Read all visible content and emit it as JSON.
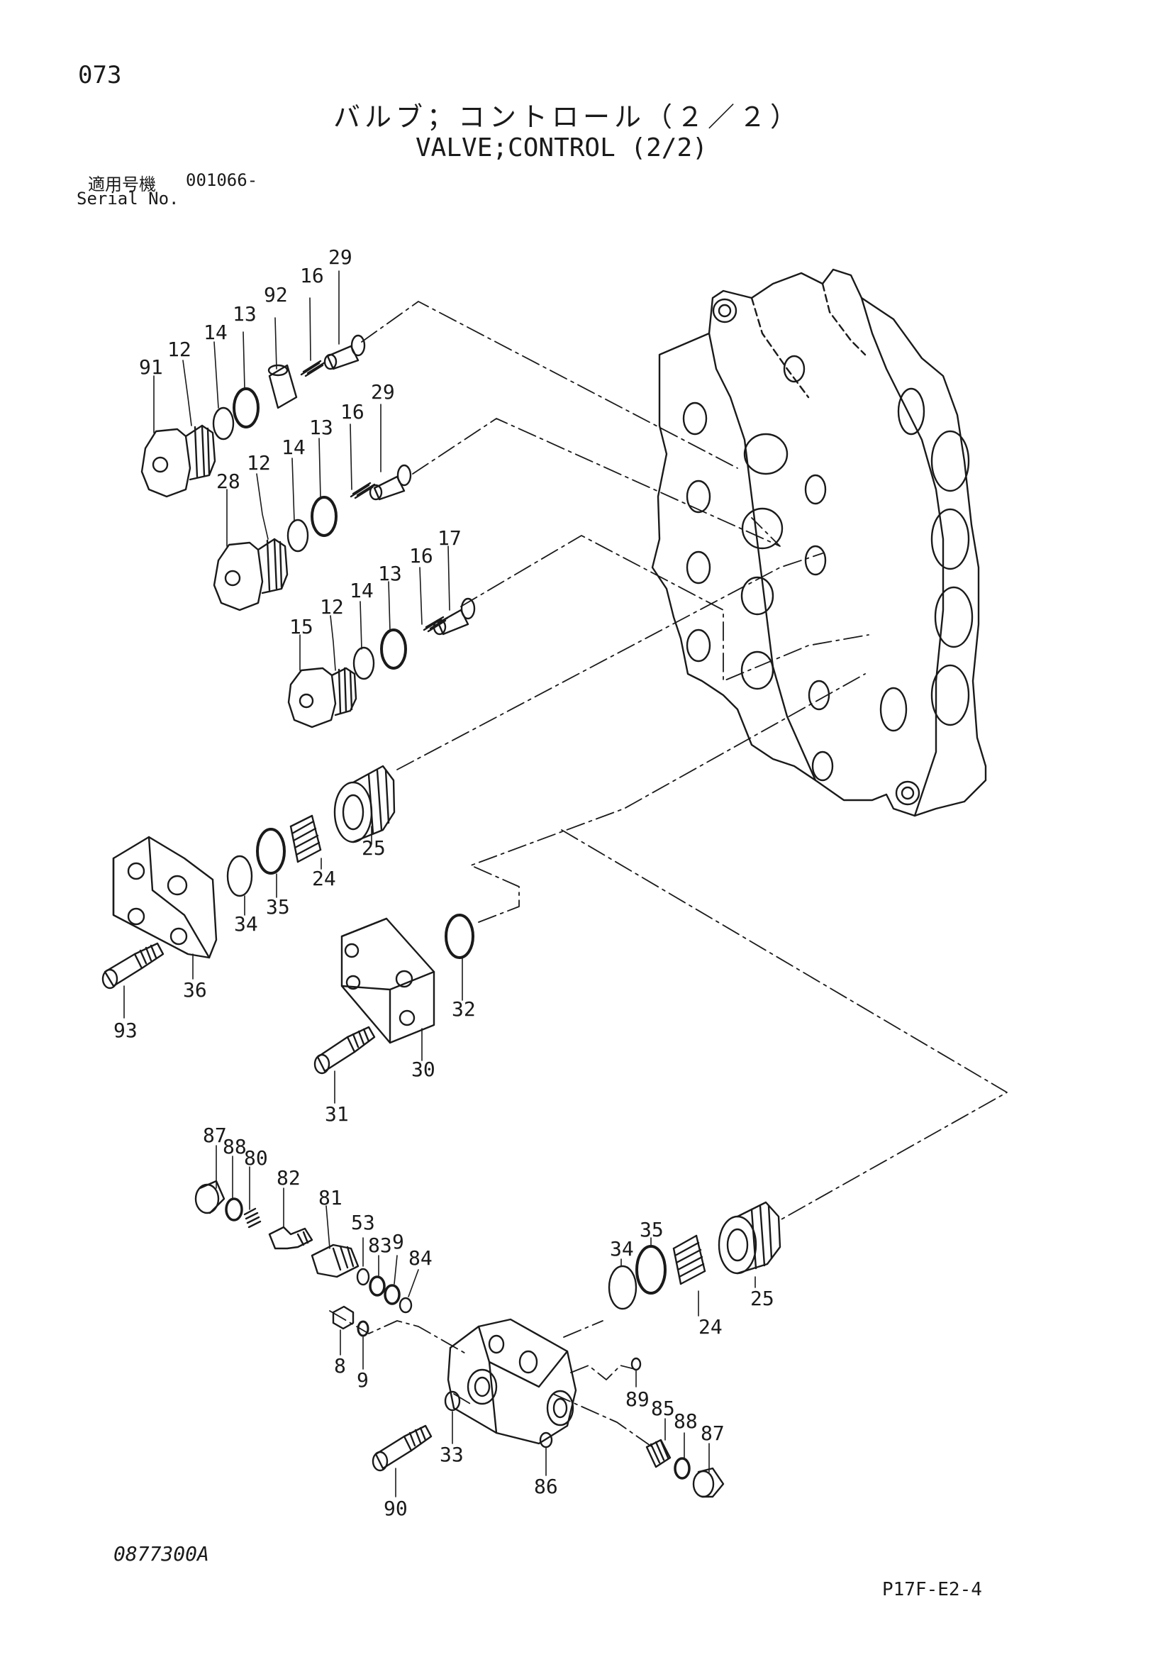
{
  "header": {
    "page_number": "073",
    "title_jp": "バルブ；コントロール（２／２）",
    "title_en": "VALVE;CONTROL (2/2)",
    "serial_label_jp": "適用号機",
    "serial_range": "001066-",
    "serial_label_en": "Serial No."
  },
  "footer": {
    "drawing_number": "0877300A",
    "sheet_ref": "P17F-E2-4"
  },
  "callouts": {
    "c29a": "29",
    "c16a": "16",
    "c92": "92",
    "c13a": "13",
    "c14a": "14",
    "c12a": "12",
    "c91": "91",
    "c29b": "29",
    "c16b": "16",
    "c13b": "13",
    "c14b": "14",
    "c12b": "12",
    "c28": "28",
    "c17": "17",
    "c16c": "16",
    "c13c": "13",
    "c14c": "14",
    "c12c": "12",
    "c15": "15",
    "c25a": "25",
    "c24a": "24",
    "c35a": "35",
    "c34a": "34",
    "c36": "36",
    "c93": "93",
    "c32": "32",
    "c30": "30",
    "c31": "31",
    "c87a": "87",
    "c88a": "88",
    "c80": "80",
    "c82": "82",
    "c81": "81",
    "c53": "53",
    "c83": "83",
    "c9a": "9",
    "c84": "84",
    "c34b": "34",
    "c35b": "35",
    "c24b": "24",
    "c25b": "25",
    "c8": "8",
    "c9b": "9",
    "c89": "89",
    "c85": "85",
    "c88b": "88",
    "c87b": "87",
    "c33": "33",
    "c86": "86",
    "c90": "90"
  }
}
